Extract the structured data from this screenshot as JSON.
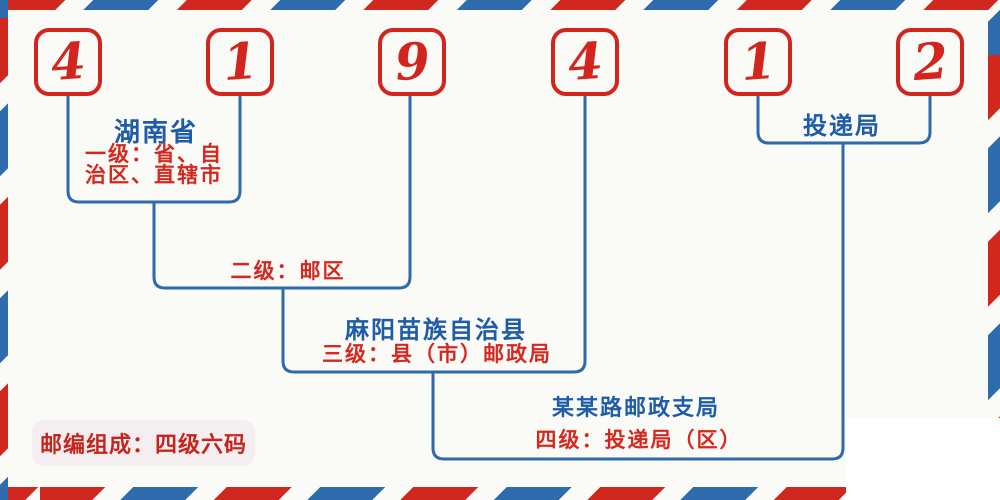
{
  "postal_code": {
    "digits": [
      "4",
      "1",
      "9",
      "4",
      "1",
      "2"
    ]
  },
  "annotations": {
    "level1": {
      "place": "湖南省",
      "desc_line1": "一级：省、自",
      "desc_line2": "治区、直辖市"
    },
    "level2": {
      "desc": "二级：邮区"
    },
    "level3": {
      "place": "麻阳苗族自治县",
      "desc": "三级：县（市）邮政局"
    },
    "level4": {
      "place": "某某路邮政支局",
      "desc": "四级：投递局（区）"
    },
    "delivery": {
      "place": "投递局"
    }
  },
  "footer_badge": {
    "label": "邮编组成：四级六码"
  },
  "colors": {
    "red": "#d2251e",
    "stripe_red": "#d0281f",
    "stripe_blue": "#2f6cae",
    "blue_text": "#1e5ca8",
    "blue_line": "#2e6ba8",
    "badge_bg": "#f5eef0",
    "badge_text": "#c4261d",
    "background": "#fafaf7"
  }
}
